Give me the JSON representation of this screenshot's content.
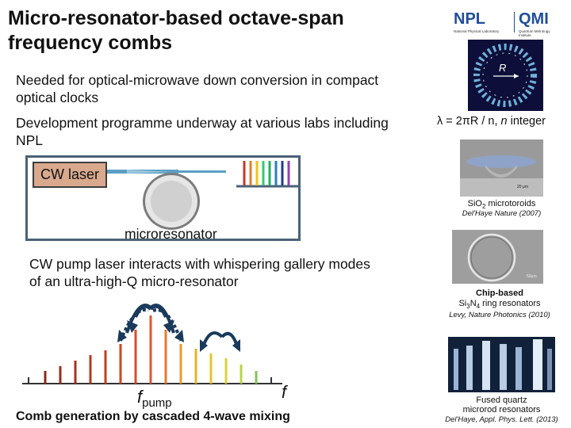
{
  "slide": {
    "title": "Micro-resonator-based octave-span frequency combs",
    "bullets": [
      "Needed for optical-microwave down conversion in compact optical clocks",
      "Development programme underway at various labs including NPL"
    ],
    "diagram": {
      "cw_laser_label": "CW laser",
      "microresonator_label": "microresonator"
    },
    "pump_text": "CW pump laser interacts with whispering gallery modes of an ultra-high-Q micro-resonator",
    "comb": {
      "f_label": "f",
      "fpump_base": "f",
      "fpump_sub": "pump",
      "caption": "Comb generation by cascaded 4-wave mixing"
    }
  },
  "sidebar": {
    "logo_npl": "NPL",
    "logo_qmi": "QMI",
    "logo_npl_sub": "National Physical Laboratory",
    "logo_qmi_sub": "Quantum Metrology Institute",
    "resonator_R_label": "R",
    "equation_prefix": "λ = 2πR / n,",
    "equation_var": "n",
    "equation_suffix": "integer",
    "scale_label": "20 μm",
    "scale_label_2": "50μm",
    "toroid_caption_main": "SiO",
    "toroid_caption_sub": "2",
    "toroid_caption_rest": " microtoroids",
    "toroid_ref": "Del'Haye Nature (2007)",
    "ring_caption_line1": "Chip-based",
    "ring_caption_si": "Si",
    "ring_caption_sub3": "3",
    "ring_caption_n": "N",
    "ring_caption_sub4": "4",
    "ring_caption_rest": " ring resonators",
    "ring_ref": "Levy, Nature Photonics (2010)",
    "rod_caption_line1": "Fused quartz",
    "rod_caption_line2": "microrod resonators",
    "rod_ref": "Del'Haye, Appl. Phys. Lett. (2013)"
  },
  "colors": {
    "box_border": "#4b6277",
    "laser_fill": "#d9a98e",
    "fiber": "#5c9fc5",
    "arrow": "#1a3a5c",
    "logo": "#1f4e9c"
  }
}
